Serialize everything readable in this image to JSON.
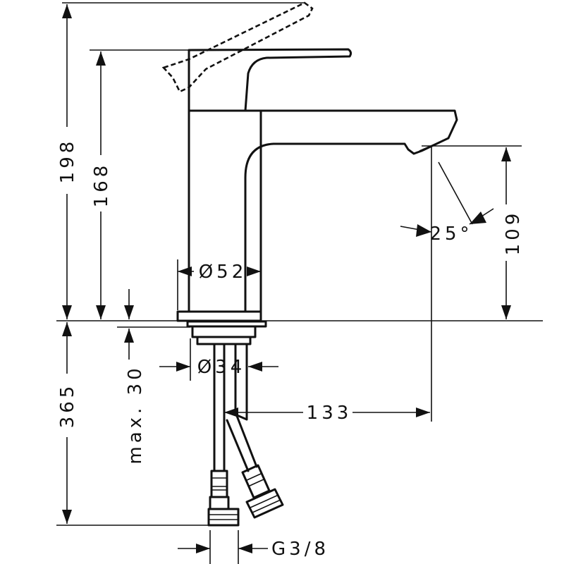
{
  "dimensions": {
    "total_height": "198",
    "body_height": "168",
    "spout_height": "109",
    "spray_angle": "25°",
    "body_diameter": "Ø52",
    "shank_diameter": "Ø34",
    "below_deck_length": "365",
    "max_deck_thickness": "max. 30",
    "projection": "133",
    "connection_thread": "G3/8"
  }
}
